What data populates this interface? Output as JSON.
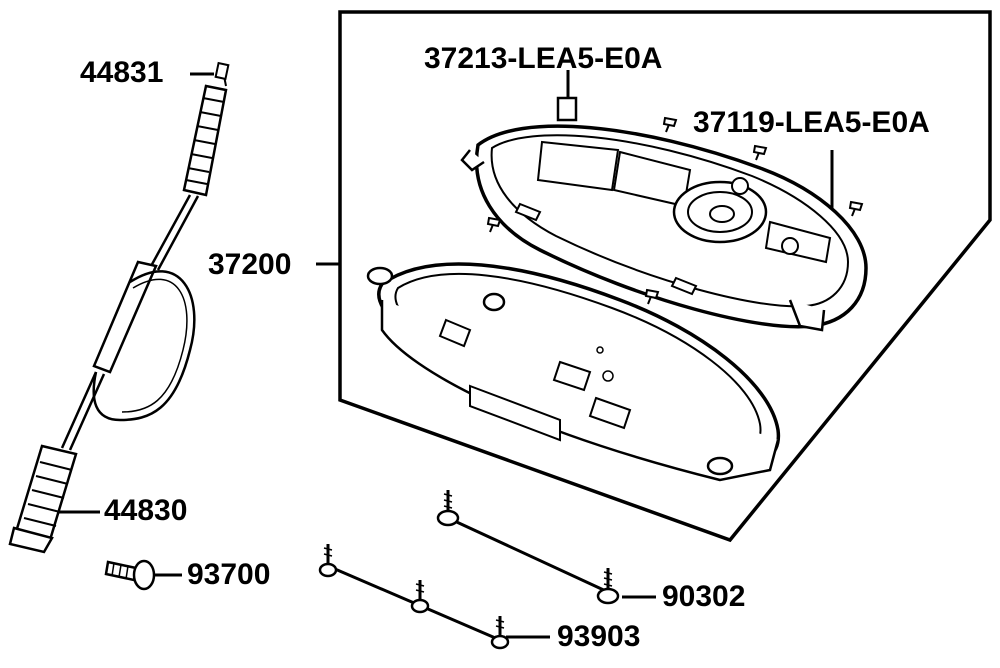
{
  "diagram": {
    "parts": [
      {
        "number": "44831"
      },
      {
        "number": "37213-LEA5-E0A"
      },
      {
        "number": "37119-LEA5-E0A"
      },
      {
        "number": "37200"
      },
      {
        "number": "44830"
      },
      {
        "number": "93700"
      },
      {
        "number": "90302"
      },
      {
        "number": "93903"
      }
    ]
  }
}
